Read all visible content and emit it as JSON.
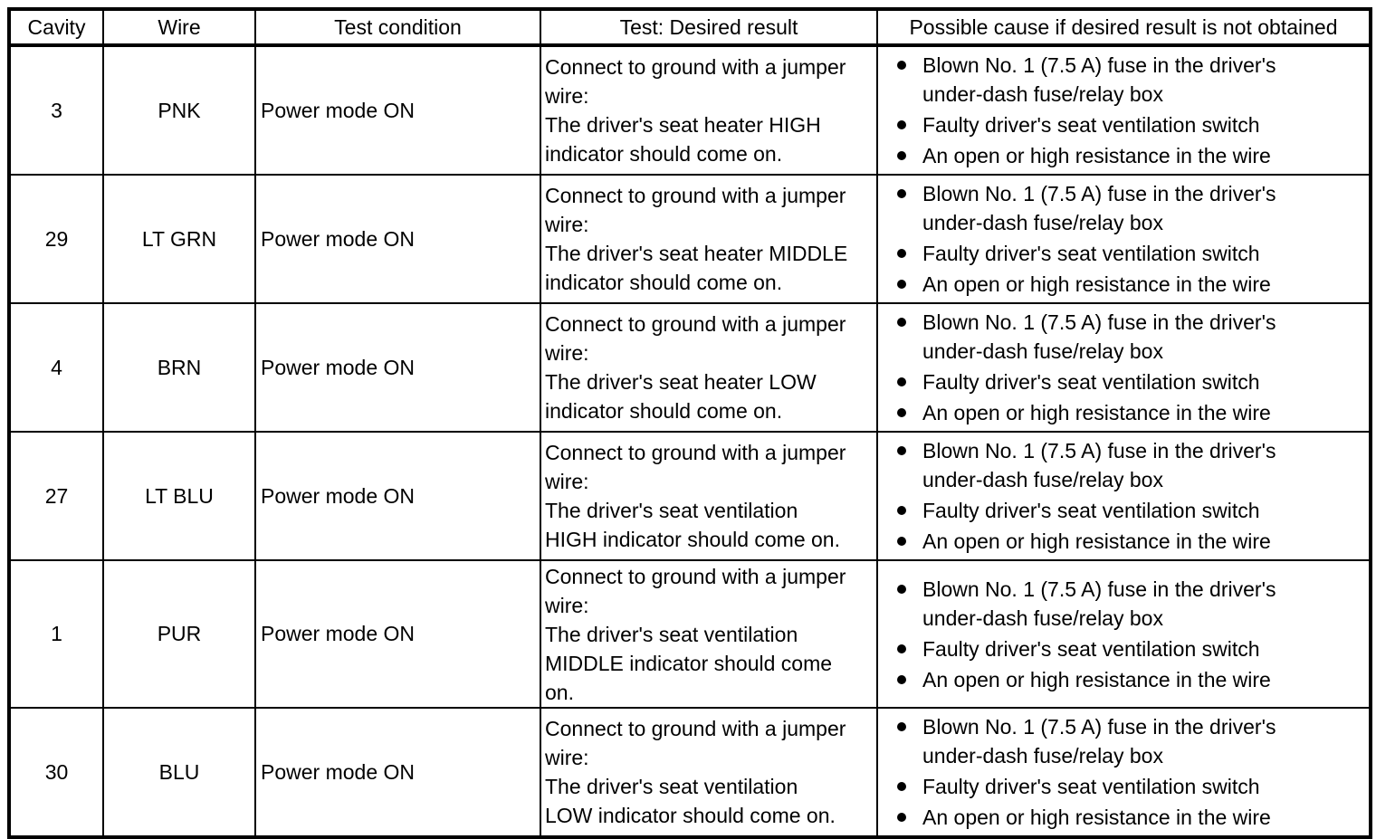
{
  "table": {
    "columns": [
      "Cavity",
      "Wire",
      "Test condition",
      "Test: Desired result",
      "Possible cause if desired result is not obtained"
    ],
    "rows": [
      {
        "cavity": "3",
        "wire": "PNK",
        "test_condition": "Power mode ON",
        "test_desired_result": "Connect to ground with a jumper\nwire:\nThe driver's seat heater HIGH\nindicator should come on.",
        "possible_causes": [
          "Blown No. 1 (7.5 A) fuse in the driver's\nunder-dash fuse/relay box",
          "Faulty driver's seat ventilation switch",
          "An open or high resistance in the wire"
        ]
      },
      {
        "cavity": "29",
        "wire": "LT GRN",
        "test_condition": "Power mode ON",
        "test_desired_result": "Connect to ground with a jumper\nwire:\nThe driver's seat heater MIDDLE\nindicator should come on.",
        "possible_causes": [
          "Blown No. 1 (7.5 A) fuse in the driver's\nunder-dash fuse/relay box",
          "Faulty driver's seat ventilation switch",
          "An open or high resistance in the wire"
        ]
      },
      {
        "cavity": "4",
        "wire": "BRN",
        "test_condition": "Power mode ON",
        "test_desired_result": "Connect to ground with a jumper\nwire:\nThe driver's seat heater LOW\nindicator should come on.",
        "possible_causes": [
          "Blown No. 1 (7.5 A) fuse in the driver's\nunder-dash fuse/relay box",
          "Faulty driver's seat ventilation switch",
          "An open or high resistance in the wire"
        ]
      },
      {
        "cavity": "27",
        "wire": "LT BLU",
        "test_condition": "Power mode ON",
        "test_desired_result": "Connect to ground with a jumper\nwire:\nThe driver's seat ventilation\nHIGH indicator should come on.",
        "possible_causes": [
          "Blown No. 1 (7.5 A) fuse in the driver's\nunder-dash fuse/relay box",
          "Faulty driver's seat ventilation switch",
          "An open or high resistance in the wire"
        ]
      },
      {
        "cavity": "1",
        "wire": "PUR",
        "test_condition": "Power mode ON",
        "test_desired_result": "Connect to ground with a jumper\nwire:\nThe driver's seat ventilation\nMIDDLE indicator should come\non.",
        "possible_causes": [
          "Blown No. 1 (7.5 A) fuse in the driver's\nunder-dash fuse/relay box",
          "Faulty driver's seat ventilation switch",
          "An open or high resistance in the wire"
        ]
      },
      {
        "cavity": "30",
        "wire": "BLU",
        "test_condition": "Power mode ON",
        "test_desired_result": "Connect to ground with a jumper\nwire:\nThe driver's seat ventilation\nLOW indicator should come on.",
        "possible_causes": [
          "Blown No. 1 (7.5 A) fuse in the driver's\nunder-dash fuse/relay box",
          "Faulty driver's seat ventilation switch",
          "An open or high resistance in the wire"
        ]
      }
    ]
  }
}
